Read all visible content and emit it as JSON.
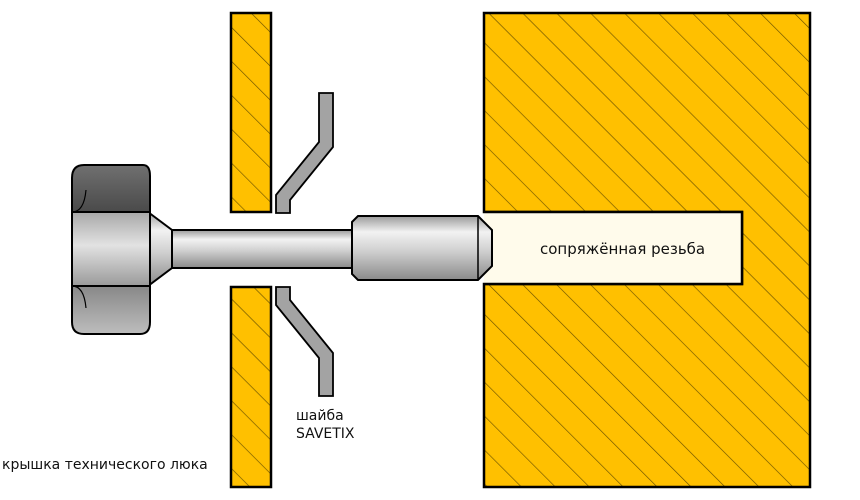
{
  "labels": {
    "thread": "сопряжённая резьба",
    "washer_line1": "шайба",
    "washer_line2": "SAVETIX",
    "cover": "крышка технического люка"
  },
  "colors": {
    "material": "#ffc000",
    "hatch": "#7a5a00",
    "outline": "#000000",
    "thread_fill": "#fffbeb",
    "metal_light": "#e6e6e6",
    "metal_mid": "#b9b9b9",
    "metal_dark": "#6e6e6e",
    "washer": "#a3a3a3"
  }
}
